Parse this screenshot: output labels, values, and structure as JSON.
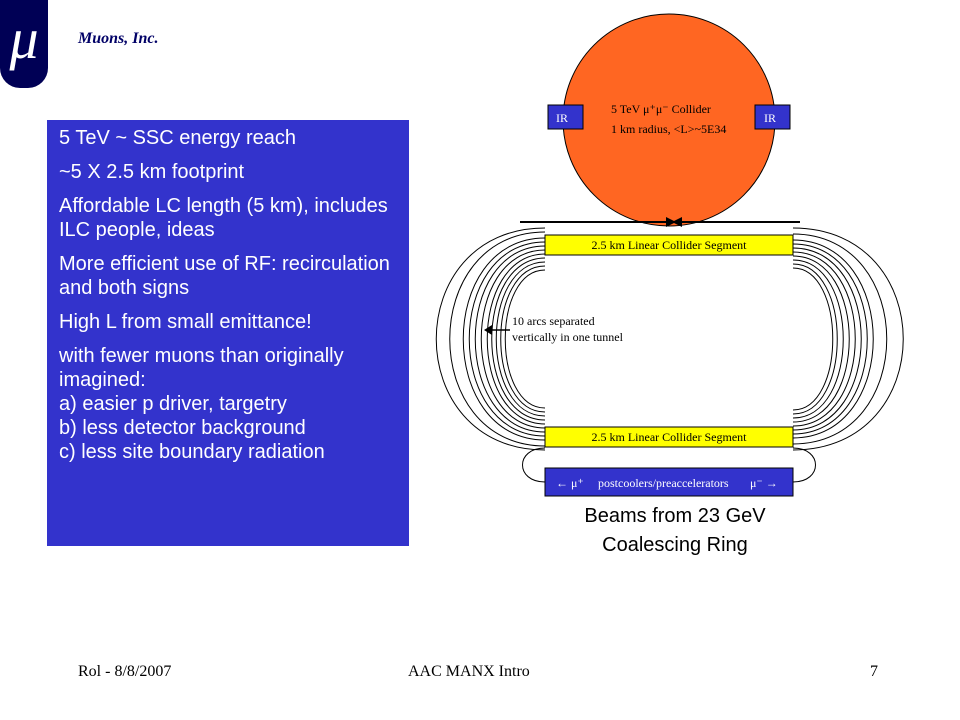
{
  "header": {
    "logo_glyph": "μ",
    "company": "Muons, Inc."
  },
  "bullets": {
    "b1": "5 TeV ~ SSC energy reach",
    "b2": "~5 X 2.5 km footprint",
    "b3": "Affordable LC length (5 km), includes ILC people, ideas",
    "b4": "More efficient use of RF: recirculation and both signs",
    "b5": "High L from small emittance!",
    "b6_l1": "with fewer muons than originally imagined:",
    "b6_l2": "a) easier p driver, targetry",
    "b6_l3": "b) less detector background",
    "b6_l4": "c) less site boundary radiation"
  },
  "diagram": {
    "collider_l1": "5 TeV μ⁺μ⁻ Collider",
    "collider_l2": "1 km radius, <L>~5E34",
    "ir_left": "IR",
    "ir_right": "IR",
    "linac_top": "2.5 km Linear Collider Segment",
    "linac_bottom": "2.5 km Linear Collider Segment",
    "arcs_l1": "10 arcs separated",
    "arcs_l2": "vertically in one tunnel",
    "cooler_left": "← μ⁺",
    "cooler_mid": "postcoolers/preaccelerators",
    "cooler_right": "μ⁻ →",
    "colors": {
      "ring": "#ff6622",
      "label_box": "#ffff00",
      "ir_box": "#3333cc",
      "cooler_box": "#3333cc"
    }
  },
  "caption": {
    "line1": "Beams from 23 GeV",
    "line2": "Coalescing Ring"
  },
  "footer": {
    "left": "Rol - 8/8/2007",
    "center": "AAC MANX Intro",
    "page": "7"
  }
}
